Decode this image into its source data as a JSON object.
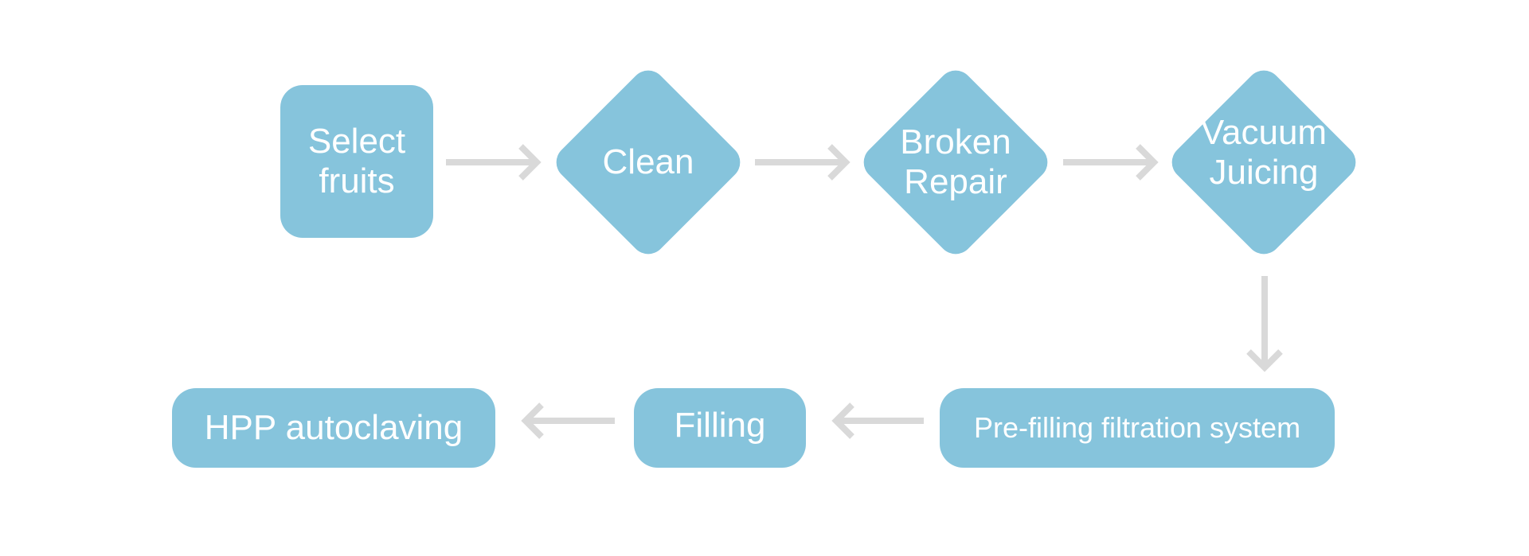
{
  "steps": {
    "select_fruits": [
      "Select",
      "fruits"
    ],
    "clean": "Clean",
    "broken_repair": [
      "Broken",
      "Repair"
    ],
    "vacuum_juicing": [
      "Vacuum",
      "Juicing"
    ],
    "pre_filling": "Pre-filling filtration system",
    "filling": "Filling",
    "hpp": "HPP autoclaving"
  },
  "colors": {
    "node_fill": "#86c4dc",
    "node_text": "#ffffff",
    "arrow": "#d9d9d9",
    "background": "#ffffff"
  }
}
